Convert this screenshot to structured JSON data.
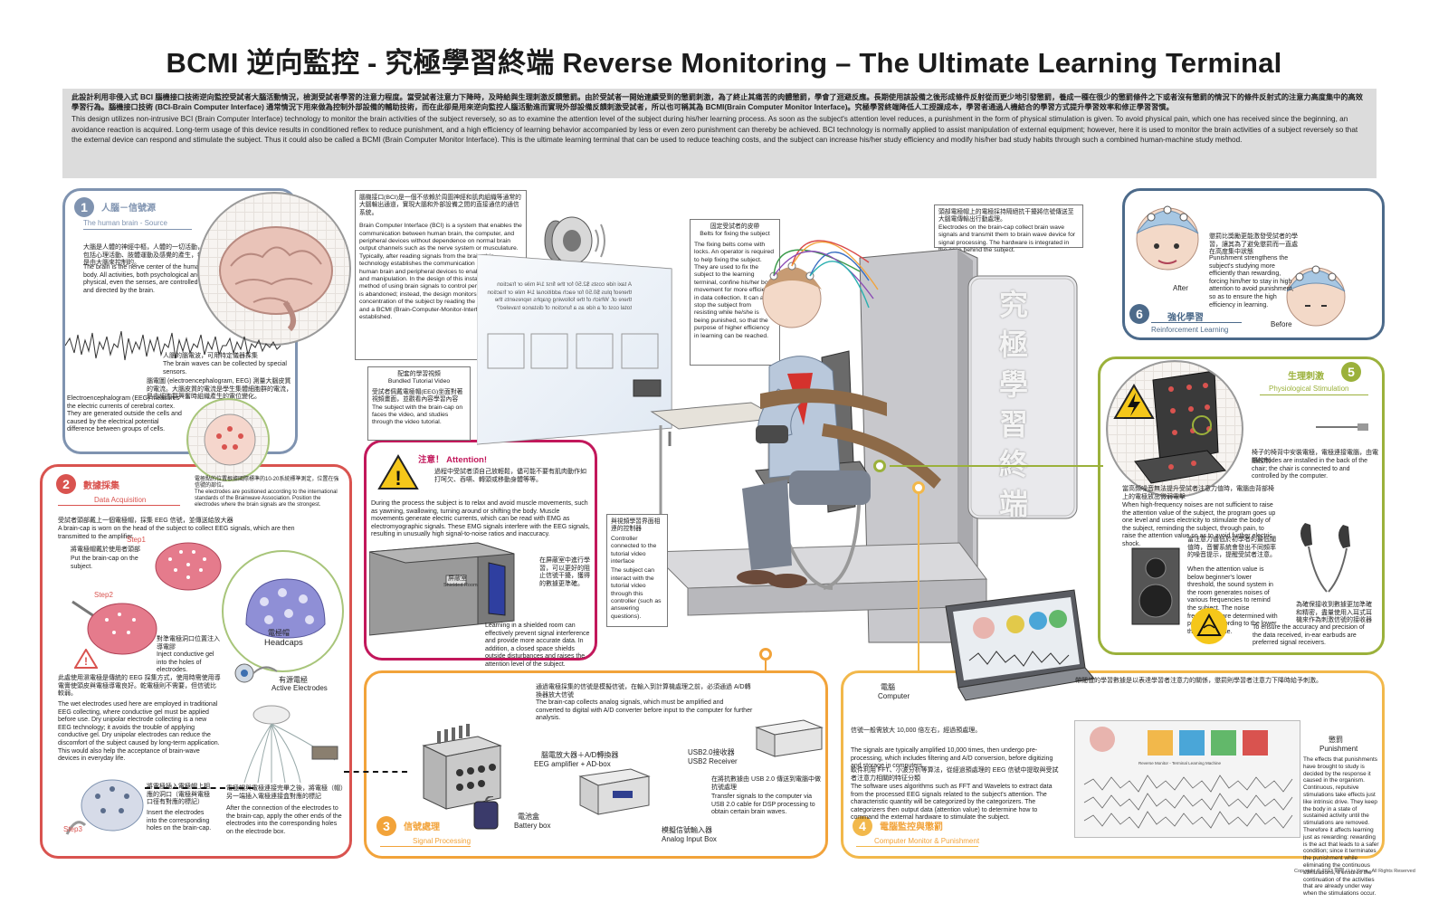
{
  "title": "BCMI 逆向監控 - 究極學習終端  Reverse Monitoring – The Ultimate Learning Terminal",
  "intro": {
    "zh": "此設計利用非侵入式 BCI 腦機接口技術逆向監控受試者大腦活動情況，檢測受試者學習的注意力程度。當受試者注意力下降時，及時給與生理刺激反饋懲罰。由於受試者一開始連續受到的懲罰刺激，為了終止其痛苦的肉體懲罰，學會了迴避反應。長期使用該設備之後形成條件反射從而更少地引發懲罰，養成一種在很少的懲罰條件之下或者沒有懲罰的情況下的條件反射式的注意力高度集中的高效學習行為。腦機接口技術 (BCI-Brain Computer Interface) 通常情況下用來做為控制外部設備的輔助技術，而在此卻是用來逆向監控人腦活動進而實現外部設備反饋刺激受試者，所以也可稱其為 BCMI(Brain Computer Monitor Interface)。究極學習終端降低人工授課成本，學習者通過人機結合的學習方式提升學習效率和修正學習習慣。",
    "en": "This design utilizes non-intrusive BCI (Brain Computer Interface) technology to monitor the brain activities of the subject reversely, so as to examine the attention level of the subject during his/her learning process. As soon as the subject's attention level reduces, a punishment in the form of physical stimulation is given. To avoid physical pain, which one has received since the beginning, an avoidance reaction is acquired. Long-term usage of this device results in conditioned reflex to reduce punishment, and a high efficiency of learning behavior accompanied by less or even zero punishment can thereby be achieved. BCI technology is normally applied to assist manipulation of external equipment; however, here it is used to monitor the brain activities of a subject reversely so that the external device can respond and stimulate the subject. Thus it could also be called a BCMI (Brain Computer Monitor Interface). This is  the ultimate learning terminal that can be used to reduce teaching costs, and the subject can increase his/her study efficiency and modify his/her bad study habits through such a combined human-machine study method."
  },
  "colors": {
    "s1": "#7f93b0",
    "s2": "#d9534f",
    "s3": "#f2a33a",
    "s4": "#f2b84b",
    "s5": "#9bb13b",
    "s6": "#4c6a8a",
    "attention": "#c2185b"
  },
  "section1": {
    "num": "1",
    "title_zh": "人腦－信號源",
    "title_en": "The human brain - Source",
    "text_zh": "大腦是人體的神經中樞，人體的一切活動，包括心理活動、肢體運動及感覺的產生，都是由大腦來控制的。",
    "text_en": "The brain is the nerve center of the human body. All activities, both psychological and physical, even the senses, are controlled and directed by the brain.",
    "wave_zh": "人腦的腦電波，可用特定儀器採集",
    "wave_en": "The brain waves can be collected by special sensors.",
    "eeg_zh": "腦電圖 (electroencephalogram, EEG) 測量大腦皮質的電流。大腦皮質的電流是學生集體細胞群的電流，是由細胞群興奮時組織產生的電位變化。",
    "eeg_en": "Electroencephalogram (EEG) measures the electric currents of cerebral cortex. They are generated outside the cells and caused by the electrical potential difference between groups of cells.",
    "std_zh": "電極點的位置根據國際標準的10-20系統標準測定，位置在強信號的部位。",
    "std_en": "The electrodes are positioned according to the international standards of the Brainwave Association. Position the electrodes where the brain signals are the strongest."
  },
  "section2": {
    "num": "2",
    "title_zh": "數據採集",
    "title_en": "Data Acquisition",
    "text_zh": "受試者頭部戴上一個電極帽，採集 EEG 信號，並傳送給放大器",
    "text_en": "A brain-cap is worn on the head of the subject to collect EEG signals, which are then transmitted to the amplifier.",
    "step1": "Step1",
    "step1_zh": "將電極帽戴於使用者頭部",
    "step1_en": "Put the brain-cap on the subject.",
    "step2": "Step2",
    "step2_zh": "對準電極洞口位置注入導電膠",
    "step2_en": "Inject conductive gel into the holes of electrodes.",
    "step3": "Step3",
    "wet_zh": "此處使用濕電極是傳統的 EEG 採集方式，使用時需使用導電膏使頭皮與電極導電良好。乾電極則不需要，但信號比較弱。",
    "wet_en": "The wet electrodes used here are employed in traditional EEG collecting, where conductive gel must be applied before use. Dry unipolar electrode collecting is a new EEG technology; it avoids the trouble of applying conductive gel. Dry unipolar electrodes can reduce the discomfort of the subject caused by long-term application. This would also help the acceptance of brain-wave devices in everyday life.",
    "headcaps_zh": "電極帽",
    "headcaps_en": "Headcaps",
    "active_zh": "有源電極",
    "active_en": "Active Electrodes",
    "insert_zh": "將電極插入電極帽上相應的洞口（電極與電極口徑有對應的標記）",
    "insert_en": "Insert the electrodes into the corresponding holes on the brain-cap.",
    "after_zh": "電極帽與電極連接完畢之後，將電極（帽）另一端插入電極連接盒對應的標記",
    "after_en": "After the connection of the electrodes to the brain-cap, apply the other ends of the electrodes into the corresponding holes on the electrode box."
  },
  "bci_note": {
    "zh": "腦機接口(BCI)是一個不依賴於周圍神經和肌肉組織等通常的大腦輸出通道，實現大腦和外部設備之間的直接通信的通信系統。",
    "en": "Brain Computer Interface (BCI) is a system that enables the communication between human brain, the computer, and peripheral devices without dependence on normal brain output channels such as the nerve system or musculature. Typically, after reading signals from the brain, this technology establishes the communication link between the human brain and peripheral devices to enable interaction and manipulation. In the design of this installation, the method of using brain signals to control peripheral devices is abandoned; instead, the design monitors the degree of concentration of the subject by reading the brain signals, and a BCMI (Brain-Computer-Monitor-Interface) is thereby established."
  },
  "tutorial": {
    "zh": "配套的學習視頻",
    "en": "Bundled Tutorial Video",
    "desc_zh": "受試者佩戴電極帽(EEG)坐面對著視頻畫面，並觀看內容學習內容",
    "desc_en": "The subject with the brain-cap on faces the video, and studies through the video tutorial.",
    "screen_text": "A taxi ride costs $2.50 for the first 1/4 mile or fraction thereof plus $0.50 for each additional 1/4 mile or fraction there of. Which of the following graphs represents the total cost of a ride as a function of distance traveled?"
  },
  "belts": {
    "zh": "固定受試者的皮帶",
    "en": "Belts for fixing the subject",
    "desc_en": "The fixing belts come with locks. An operator is required to help fixing the subject. They are used to fix the subject to the learning terminal, confine his/her body movement for more efficiency in data collection. It can also stop the subject from resisting while he/she is being punished, so that the purpose of higher efficiency in learning can be reached."
  },
  "electrodes_note": {
    "zh": "頭部電極帽上的電極採持隔絕抗干擾將信號傳送至大腦電傳輸出行動處理。",
    "en": "Electrodes on the brain-cap collect brain wave signals and transmit them to brain wave device for signal processing. The hardware is integrated in the case behind the subject."
  },
  "booth_text": [
    "究",
    "極",
    "學",
    "習",
    "終",
    "端"
  ],
  "controller": {
    "zh": "與視頻學習界面相連的控制器",
    "en": "Controller connected to the tutorial video interface",
    "desc_en": "The subject can interact with the tutorial video through this controller (such as answering questions)."
  },
  "attention": {
    "label": "注意！ Attention!",
    "zh": "過程中受試者須自己放輕鬆，儘可能不要有肌肉動作如打呵欠、吞嚥、轉頭或移動身體等等。",
    "en": "During the process the subject is to relax and avoid muscle movements, such as yawning, swallowing, turning around or shifting the body. Muscle movements generate electric currents, which can be read with EMG as electromyographic signals. These EMG signals interfere with the EEG signals, resulting in unusually high signal-to-noise ratios and inaccuracy.",
    "room_zh": "在屏蔽室中進行學習，可以更好的阻止信號干擾，獲得的數據更準確。",
    "room_en": "Learning in a shielded room can effectively prevent signal interference and provide more accurate data. In addition, a closed space shields outside disturbances and raises the attention level of the subject.",
    "room_label": "屏蔽室",
    "room_sub": "Shielded Room"
  },
  "section3": {
    "num": "3",
    "title_zh": "信號處理",
    "title_en": "Signal Processing",
    "text_zh": "通過電極採集的信號是模擬信號，在輸入到計算機處理之前，必須通過 A/D轉換器放大信號",
    "text_en": "The brain-cap collects analog signals, which must be amplified and converted to digital with A/D converter before input to the computer for further analysis.",
    "amp_zh": "腦電放大器＋A/D轉換器",
    "amp_en": "EEG amplifier + AD-box",
    "battery_zh": "電池盒",
    "battery_en": "Battery box",
    "usb_zh": "USB2.0接收器",
    "usb_en": "USB2 Receiver",
    "usb_desc_zh": "在將抗數據由 USB 2.0 傳送到電腦中做抗號處理",
    "usb_desc_en": "Transfer signals to the computer via USB 2.0 cable for DSP processing to obtain certain brain waves.",
    "analog_zh": "模擬信號輸入器",
    "analog_en": "Analog Input Box"
  },
  "section4": {
    "num": "4",
    "title_zh": "電腦監控與懲罰",
    "title_en": "Computer Monitor & Punishment",
    "computer_zh": "電腦",
    "computer_en": "Computer",
    "amp_zh": "信號一般需放大 10,000 倍左右，經過預處理。",
    "amp_en": "The signals are typically amplified 10,000 times, then undergo pre-processing, which includes filtering and A/D conversion, before digitizing and storage in computers.",
    "soft_zh": "軟件利用 FFT、小波分析等算法，從經過預處理的 EEG 信號中提取與受試者注意力相關的特征分類",
    "soft_en": "The software uses algorithms such as FFT and Wavelets to extract data from the processed EEG signals related to the subject's attention. The characteristic quantity will be categorized by the categorizers. The categorizers then output data (attention value) to determine how to command the external hardware to stimulate the subject.",
    "monitor_zh": "帶閾值的學習數據是以表達學習者注意力的關係，懲罰則學習者注意力下降時給予刺激。",
    "punish_zh": "懲罰",
    "punish_en": "Punishment",
    "punish_desc": "The effects that punishments have brought to study is decided by the response it caused in the organism. Continuous, repulsive stimulations take effects just like intrinsic drive. They keep the body in a state of sustained activity until the stimulations are removed. Therefore it affects learning just as rewarding: rewarding is the act that leads to a safer condition; since it terminates the punishment while eliminating the continuous stimulations, it ensures the continuation of the activities that are already under way when the stimulations occur.",
    "screen_title": "Reverse Monitor - Terminal Learning Machine"
  },
  "section5": {
    "num": "5",
    "title_zh": "生理刺激",
    "title_en": "Physiological Stimulation",
    "seat_zh": "椅子的椅背中安裝電極，電極連接電腦，由電腦控制",
    "seat_en": "Electrodes are installed in the back of the chair; the chair is connected to and controlled by the computer.",
    "hf_zh": "當高頻噪音無法提升受試者注意力值時，電腦由背部椅上的電極放出微弱電擊",
    "hf_en": "When high-frequency noises are not sufficient to raise the attention value of the subject, the program goes up one level and uses electricity to stimulate the body of the subject, reminding the subject, through pain, to raise the attention value so as to avoid further electric shock.",
    "low_zh": "當注意力值低於初學者的最低閾值時，音響系統會發出不同頻率的噪音提示，提醒受試者注意。",
    "low_en": "When the attention value is below beginner's lower threshold, the sound system in the room generates noises of various frequencies to remind the subject. The noise frequencies are determined with precision according to the lower threshold value.",
    "ear_zh": "為確保接收到數據更加準確和精密，盡量使用入耳式耳機來作為刺激信號的接收器",
    "ear_en": "To ensure the accuracy and precision of the data received, in-ear earbuds are preferred signal receivers."
  },
  "section6": {
    "num": "6",
    "title_zh": "強化學習",
    "title_en": "Reinforcement Learning",
    "after": "After",
    "before": "Before",
    "zh": "懲罰比獎勵更能激發受試者的學習，讓其為了避免懲罰而一直處在高度集中狀態",
    "en": "Punishment strengthens the subject's studying more efficiently than rewarding, forcing him/her to stay in high attention to avoid punishment, so as to ensure the high efficiency in learning."
  },
  "copyright": "Copyright © 2013 劉陽 / Liu Yang . All Rights Reserved"
}
